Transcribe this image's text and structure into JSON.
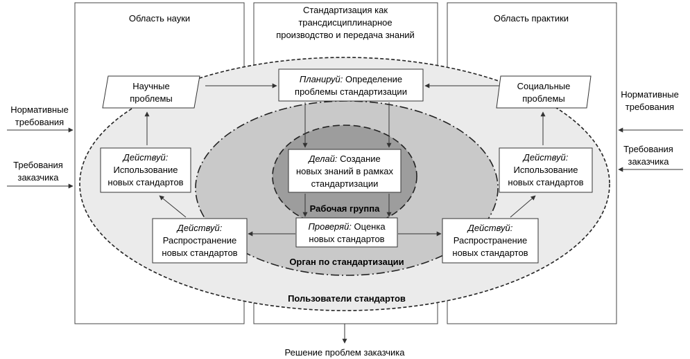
{
  "columns": {
    "science": "Область науки",
    "standardization": [
      "Стандартизация как",
      "трансдисциплинарное",
      "производство и передача знаний"
    ],
    "practice": "Область практики"
  },
  "layers": {
    "users": "Пользователи стандартов",
    "body": "Орган по стандартизации",
    "group": "Рабочая группа"
  },
  "boxes": {
    "plan": {
      "italic": "Планируй:",
      "line1": " Определение",
      "line2": "проблемы стандартизации"
    },
    "do": {
      "italic": "Делай:",
      "line1": " Создание",
      "line2": "новых знаний в рамках",
      "line3": "стандартизации"
    },
    "check": {
      "italic": "Проверяй:",
      "line1": " Оценка",
      "line2": "новых стандартов"
    },
    "act_use_left": {
      "italic": "Действуй:",
      "line1": "Использование",
      "line2": "новых стандартов"
    },
    "act_spread_left": {
      "italic": "Действуй:",
      "line1": "Распространение",
      "line2": "новых стандартов"
    },
    "act_use_right": {
      "italic": "Действуй:",
      "line1": "Использование",
      "line2": "новых стандартов"
    },
    "act_spread_right": {
      "italic": "Действуй:",
      "line1": "Распространение",
      "line2": "новых стандартов"
    }
  },
  "problems": {
    "scientific": [
      "Научные",
      "проблемы"
    ],
    "social": [
      "Социальные",
      "проблемы"
    ]
  },
  "inputs": {
    "normative_left": [
      "Нормативные",
      "требования"
    ],
    "customer_left": [
      "Требования",
      "заказчика"
    ],
    "normative_right": [
      "Нормативные",
      "требования"
    ],
    "customer_right": [
      "Требования",
      "заказчика"
    ]
  },
  "output": "Решение проблем заказчика",
  "colors": {
    "outer_ellipse": "#ebebeb",
    "middle_ellipse": "#c9c9c9",
    "inner_ellipse": "#9d9d9d",
    "line": "#333333"
  }
}
